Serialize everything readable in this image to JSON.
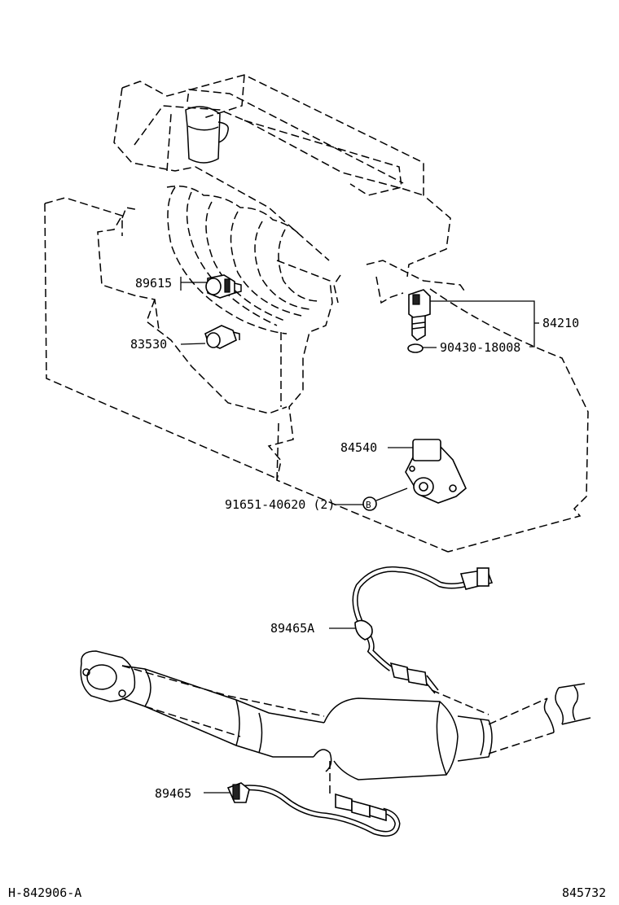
{
  "diagram": {
    "part_labels": {
      "p89615": "89615",
      "p83530": "83530",
      "p84210": "84210",
      "p90430": "90430-18008",
      "p84540": "84540",
      "p91651": "91651-40620 (2)",
      "p89465A": "89465A",
      "p89465": "89465"
    },
    "footer": {
      "left_code": "H-842906-A",
      "right_code": "845732"
    },
    "colors": {
      "ink": "#000000",
      "paper": "#ffffff"
    }
  }
}
